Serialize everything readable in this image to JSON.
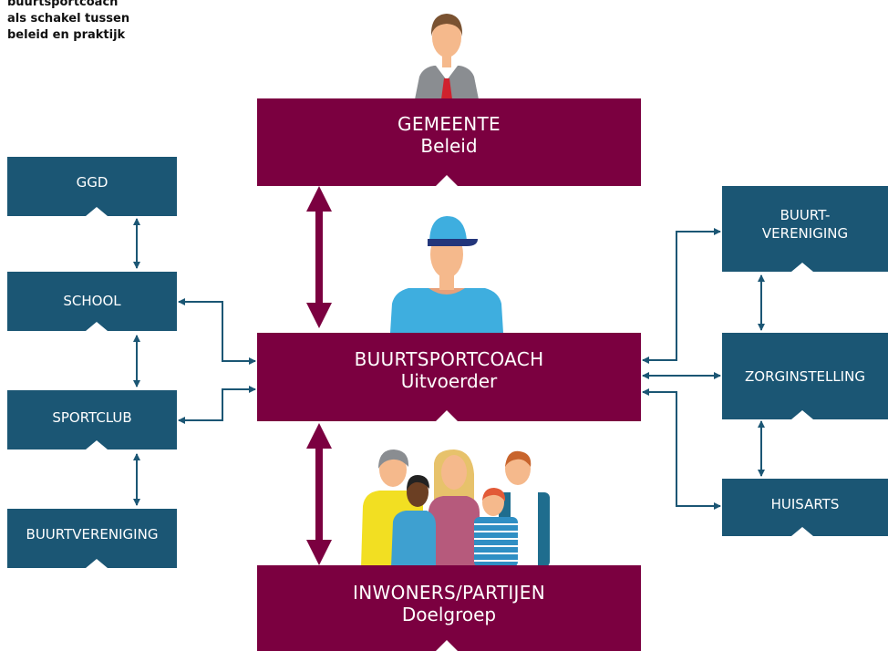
{
  "caption": [
    "buurtsportcoach",
    "als schakel tussen",
    "beleid en praktijk"
  ],
  "colors": {
    "maroon": "#7b0040",
    "teal": "#1b5674",
    "skin": "#f5b98c",
    "white": "#ffffff"
  },
  "main": {
    "gemeente": {
      "title": "GEMEENTE",
      "sub": "Beleid"
    },
    "coach": {
      "title": "BUURTSPORTCOACH",
      "sub": "Uitvoerder"
    },
    "inwoners": {
      "title": "INWONERS/PARTIJEN",
      "sub": "Doelgroep"
    }
  },
  "left": {
    "ggd": "GGD",
    "school": "SCHOOL",
    "sportclub": "SPORTCLUB",
    "buurtvereniging": "BUURTVERENIGING"
  },
  "right": {
    "buurt1": "BUURT-",
    "buurt2": "VERENIGING",
    "zorg": "ZORGINSTELLING",
    "huisarts": "HUISARTS"
  },
  "icons": {
    "official": "businessman-icon",
    "coach": "sports-coach-icon",
    "people": "people-group-icon"
  }
}
